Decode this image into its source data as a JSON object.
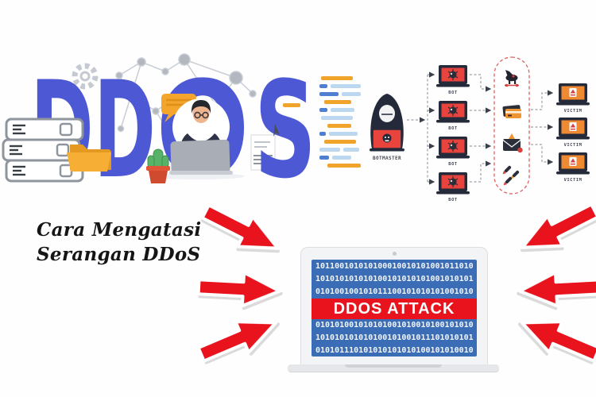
{
  "headline": {
    "line1": "Cara Mengatasi",
    "line2": "Serangan DDoS"
  },
  "hero": {
    "letters": [
      "D",
      "D",
      "O",
      "S"
    ]
  },
  "diagram": {
    "botmaster_label": "BOTMASTER",
    "bot_label": "BOT",
    "victim_label": "VICTIM",
    "payload_icons": [
      "trojan-horse",
      "stolen-cards",
      "malware-email",
      "missiles"
    ]
  },
  "laptop": {
    "banner": "DDOS ATTACK",
    "binary_rows": [
      "101100101010100010010101001011010",
      "101010101010100101010101001010101",
      "010100100101011100101010101001010",
      "010101001010101001010010100101010",
      "101010101010100101001011101010101",
      "010101110101010101010100101010010"
    ]
  },
  "colors": {
    "letters_blue": "#4d58d5",
    "attack_red": "#e8131d",
    "screen_blue": "#3a6db5",
    "bot_screen_red": "#e8433c",
    "victim_screen_orange": "#ef8a33",
    "accent_orange": "#f3a62b",
    "dark_navy": "#252a3a"
  }
}
